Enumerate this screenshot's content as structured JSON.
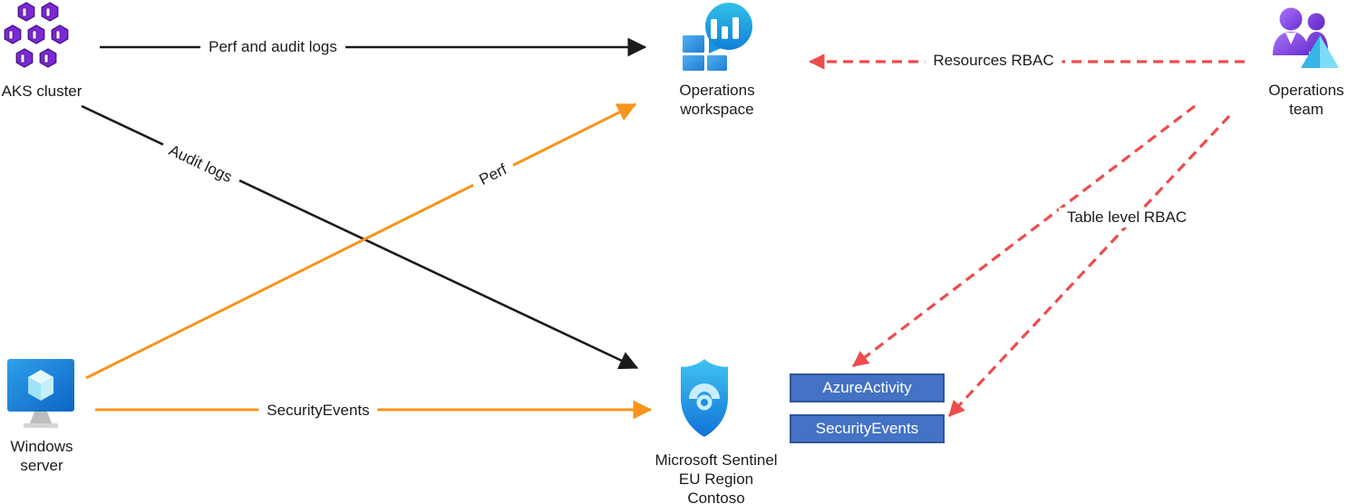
{
  "diagram_title": "",
  "colors": {
    "arrow_black": "#1b1b1b",
    "arrow_orange": "#F7941E",
    "arrow_red": "#ED4C4C",
    "table_box_fill": "#4472C4",
    "table_box_border": "#2F5597",
    "table_box_text": "#FFFFFF",
    "text": "#1b1b1b"
  },
  "nodes": {
    "aks": {
      "label": "AKS cluster",
      "icon": "aks-cluster-icon"
    },
    "windows": {
      "lines": [
        "Windows",
        "server"
      ],
      "icon": "windows-server-icon"
    },
    "workspace": {
      "lines": [
        "Operations",
        "workspace"
      ],
      "icon": "log-analytics-workspace-icon"
    },
    "sentinel": {
      "lines": [
        "Microsoft Sentinel",
        "EU Region",
        "Contoso"
      ],
      "icon": "sentinel-shield-icon"
    },
    "team": {
      "lines": [
        "Operations",
        "team"
      ],
      "icon": "operations-team-icon"
    },
    "tables": [
      {
        "label": "AzureActivity"
      },
      {
        "label": "SecurityEvents"
      }
    ]
  },
  "edges": {
    "perf_and_audit_logs": {
      "label": "Perf and audit logs",
      "from": "AKS cluster",
      "to": "Operations workspace",
      "color": "black",
      "style": "solid"
    },
    "audit_logs": {
      "label": "Audit logs",
      "from": "AKS cluster",
      "to": "Microsoft Sentinel",
      "color": "black",
      "style": "solid"
    },
    "perf": {
      "label": "Perf",
      "from": "Windows server",
      "to": "Operations workspace",
      "color": "orange",
      "style": "solid"
    },
    "security_events": {
      "label": "SecurityEvents",
      "from": "Windows server",
      "to": "Microsoft Sentinel",
      "color": "orange",
      "style": "solid"
    },
    "resources_rbac": {
      "label": "Resources RBAC",
      "from": "Operations team",
      "to": "Operations workspace",
      "color": "red",
      "style": "dashed"
    },
    "table_level_rbac": {
      "label": "Table level RBAC",
      "from": "Operations team",
      "to": "AzureActivity / SecurityEvents",
      "color": "red",
      "style": "dashed"
    }
  }
}
